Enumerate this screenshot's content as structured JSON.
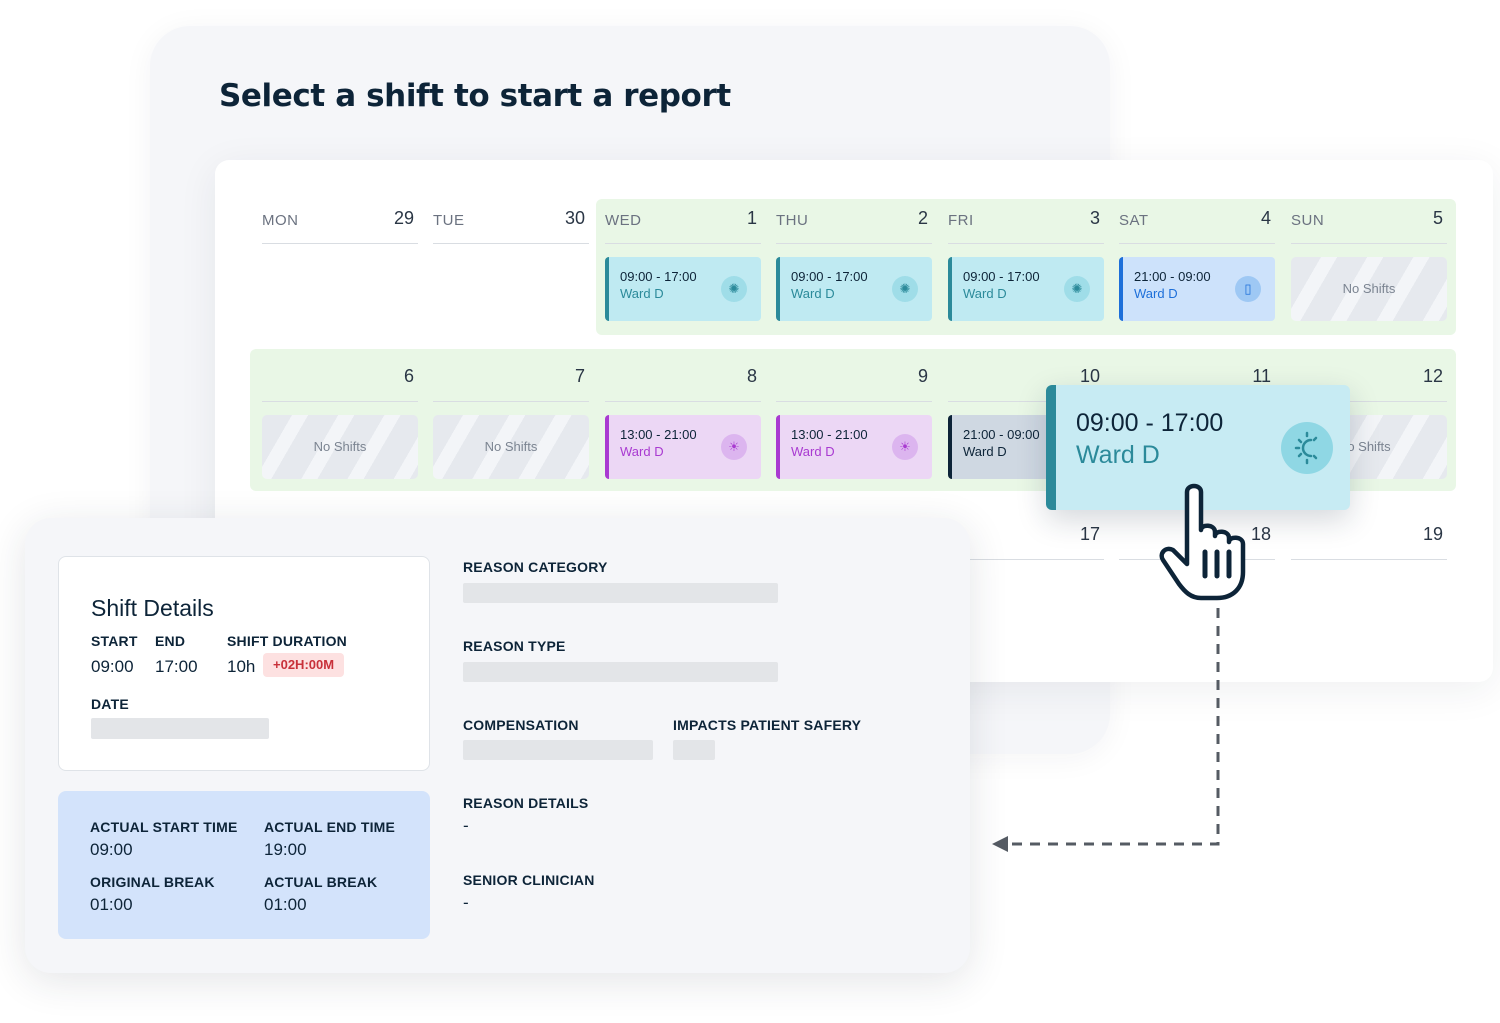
{
  "title": "Select a shift to start a report",
  "calendar": {
    "week1": {
      "days": [
        {
          "name": "MON",
          "num": "29"
        },
        {
          "name": "TUE",
          "num": "30"
        },
        {
          "name": "WED",
          "num": "1"
        },
        {
          "name": "THU",
          "num": "2"
        },
        {
          "name": "FRI",
          "num": "3"
        },
        {
          "name": "SAT",
          "num": "4"
        },
        {
          "name": "SUN",
          "num": "5"
        }
      ],
      "shifts": [
        {
          "time": "09:00 - 17:00",
          "ward": "Ward D",
          "icon": "sun-icon"
        },
        {
          "time": "09:00 - 17:00",
          "ward": "Ward D",
          "icon": "sun-icon"
        },
        {
          "time": "09:00 - 17:00",
          "ward": "Ward D",
          "icon": "sun-icon"
        },
        {
          "time": "21:00 - 09:00",
          "ward": "Ward D",
          "icon": "phone-icon"
        },
        {
          "none": "No Shifts"
        }
      ]
    },
    "week2": {
      "days": [
        {
          "num": "6"
        },
        {
          "num": "7"
        },
        {
          "num": "8"
        },
        {
          "num": "9"
        },
        {
          "num": "10"
        },
        {
          "num": "11"
        },
        {
          "num": "12"
        }
      ],
      "shifts": [
        {
          "none": "No Shifts"
        },
        {
          "none": "No Shifts"
        },
        {
          "time": "13:00 - 21:00",
          "ward": "Ward D",
          "icon": "sunset-icon"
        },
        {
          "time": "13:00 - 21:00",
          "ward": "Ward D",
          "icon": "sunset-icon"
        },
        {
          "time": "21:00 - 09:00",
          "ward": "Ward D"
        },
        {
          "none": "o Shifts"
        }
      ]
    },
    "week3": {
      "days": [
        {
          "num": "17"
        },
        {
          "num": "18"
        },
        {
          "num": "19"
        }
      ]
    },
    "popup": {
      "time": "09:00 - 17:00",
      "ward": "Ward D",
      "icon": "sun-icon"
    }
  },
  "report": {
    "shift_details": {
      "title": "Shift Details",
      "start_label": "START",
      "end_label": "END",
      "duration_label": "SHIFT DURATION",
      "start": "09:00",
      "end": "17:00",
      "duration": "10h",
      "overtime_badge": "+02H:00M",
      "date_label": "DATE"
    },
    "times": {
      "actual_start_label": "ACTUAL START TIME",
      "actual_start": "09:00",
      "actual_end_label": "ACTUAL END TIME",
      "actual_end": "19:00",
      "original_break_label": "ORIGINAL BREAK",
      "original_break": "01:00",
      "actual_break_label": "ACTUAL BREAK",
      "actual_break": "01:00"
    },
    "fields": {
      "reason_category": "REASON CATEGORY",
      "reason_type": "REASON TYPE",
      "compensation": "COMPENSATION",
      "impacts_patient": "IMPACTS PATIENT SAFERY",
      "reason_details": "REASON DETAILS",
      "reason_details_value": "-",
      "senior_clinician": "SENIOR CLINICIAN",
      "senior_clinician_value": "-"
    }
  },
  "colors": {
    "navy": "#0d2438",
    "teal": "#2b8a9a",
    "purple": "#a93ad1",
    "blue": "#1d6fd9",
    "band_green": "#e9f7e6",
    "overtime_red": "#c8313a"
  }
}
